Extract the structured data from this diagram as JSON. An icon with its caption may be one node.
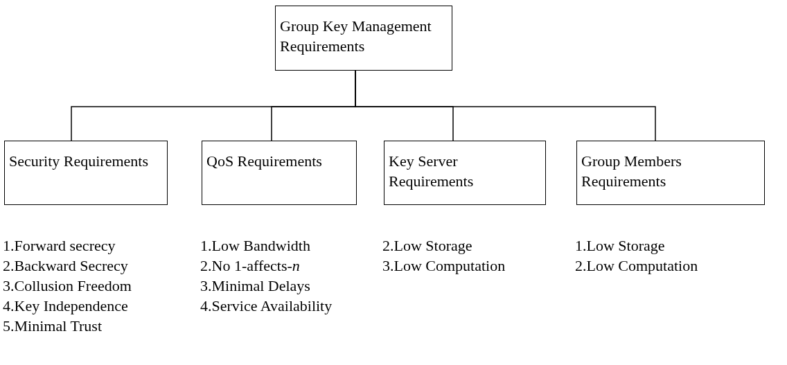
{
  "diagram": {
    "nodes": [
      {
        "text": [
          "Group Key Management Requirements"
        ]
      },
      {
        "text": [
          "Security Requirements"
        ],
        "beside": [
          "1.Forward secrecy",
          "2.Backward Secrecy",
          "3.Collusion Freedom",
          "4.Key Independence",
          "5.Minimal Trust"
        ]
      },
      {
        "text": [
          "QoS Requirements"
        ],
        "beside": [
          "1.Low Bandwidth",
          "2.No 1-affects-*n*",
          "3.Minimal Delays",
          "4.Service Availability"
        ]
      },
      {
        "text": [
          "Key Server Requirements"
        ],
        "beside": [
          "2.Low Storage",
          "3.Low Computation"
        ]
      },
      {
        "text": [
          "Group Members Requirements"
        ],
        "beside": [
          "1.Low Storage",
          "2.Low Computation"
        ]
      }
    ],
    "edges": [
      {
        "from": 0,
        "to": 1,
        "arrow": "none"
      },
      {
        "from": 0,
        "to": 2,
        "arrow": "none"
      },
      {
        "from": 0,
        "to": 3,
        "arrow": "none"
      },
      {
        "from": 0,
        "to": 4,
        "arrow": "none"
      }
    ]
  }
}
